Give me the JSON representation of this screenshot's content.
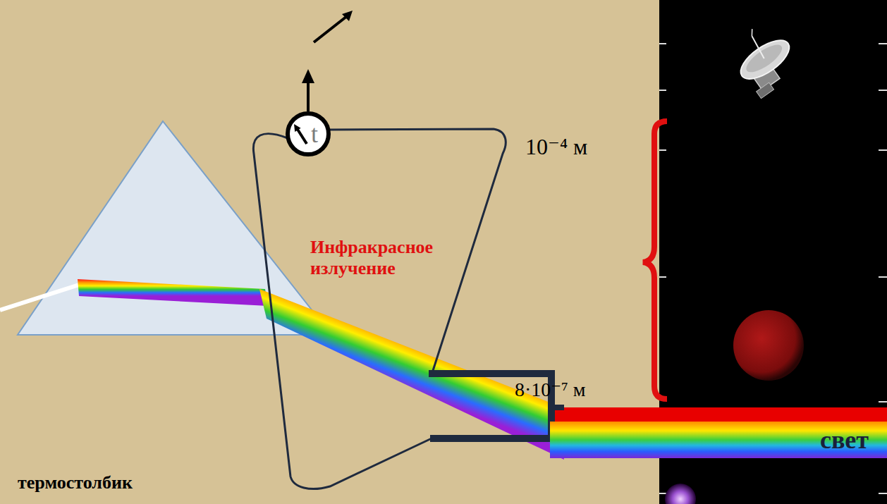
{
  "diagram": {
    "nodes": [
      {
        "text": [
          "t"
        ]
      },
      {
        "text": [
          "свет"
        ]
      }
    ],
    "labels": [
      "10⁻⁴ м",
      "Инфракрасное излучение",
      "8·10⁻⁷ м",
      "термостолбик"
    ]
  }
}
